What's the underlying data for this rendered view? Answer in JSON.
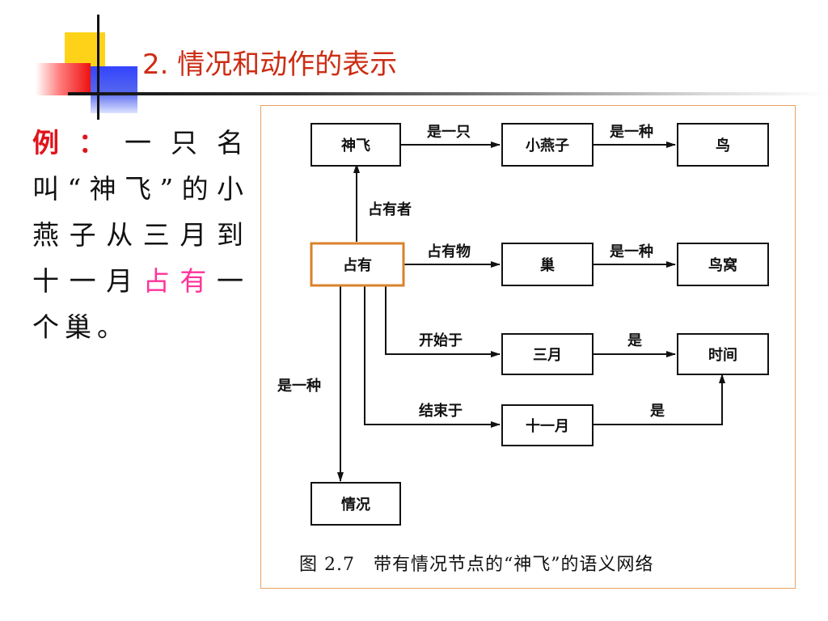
{
  "slide": {
    "title": "2. 情况和动作的表示"
  },
  "example": {
    "label": "例",
    "colon": "：",
    "text_before": "一只名叫“神飞”的小燕子从三月到十一月",
    "highlight": "占有",
    "text_after": "一个巢。"
  },
  "figure": {
    "caption": "图 2.7　带有情况节点的“神飞”的语义网络",
    "nodes": {
      "shenfei": "神飞",
      "swallow": "小燕子",
      "bird": "鸟",
      "possess": "占有",
      "nest": "巢",
      "birdnest": "鸟窝",
      "march": "三月",
      "time": "时间",
      "november": "十一月",
      "situation": "情况"
    },
    "edges": {
      "shenfei_swallow": "是一只",
      "swallow_bird": "是一种",
      "possess_shenfei": "占有者",
      "possess_nest": "占有物",
      "nest_birdnest": "是一种",
      "possess_march": "开始于",
      "march_time": "是",
      "possess_november": "结束于",
      "november_time": "是",
      "possess_situation": "是一种"
    }
  },
  "colors": {
    "title": "#cc2d14",
    "example_label": "#e0141c",
    "highlight": "#ff3399",
    "frame_border": "#e8a060",
    "possess_node_border": "#d9822b"
  }
}
